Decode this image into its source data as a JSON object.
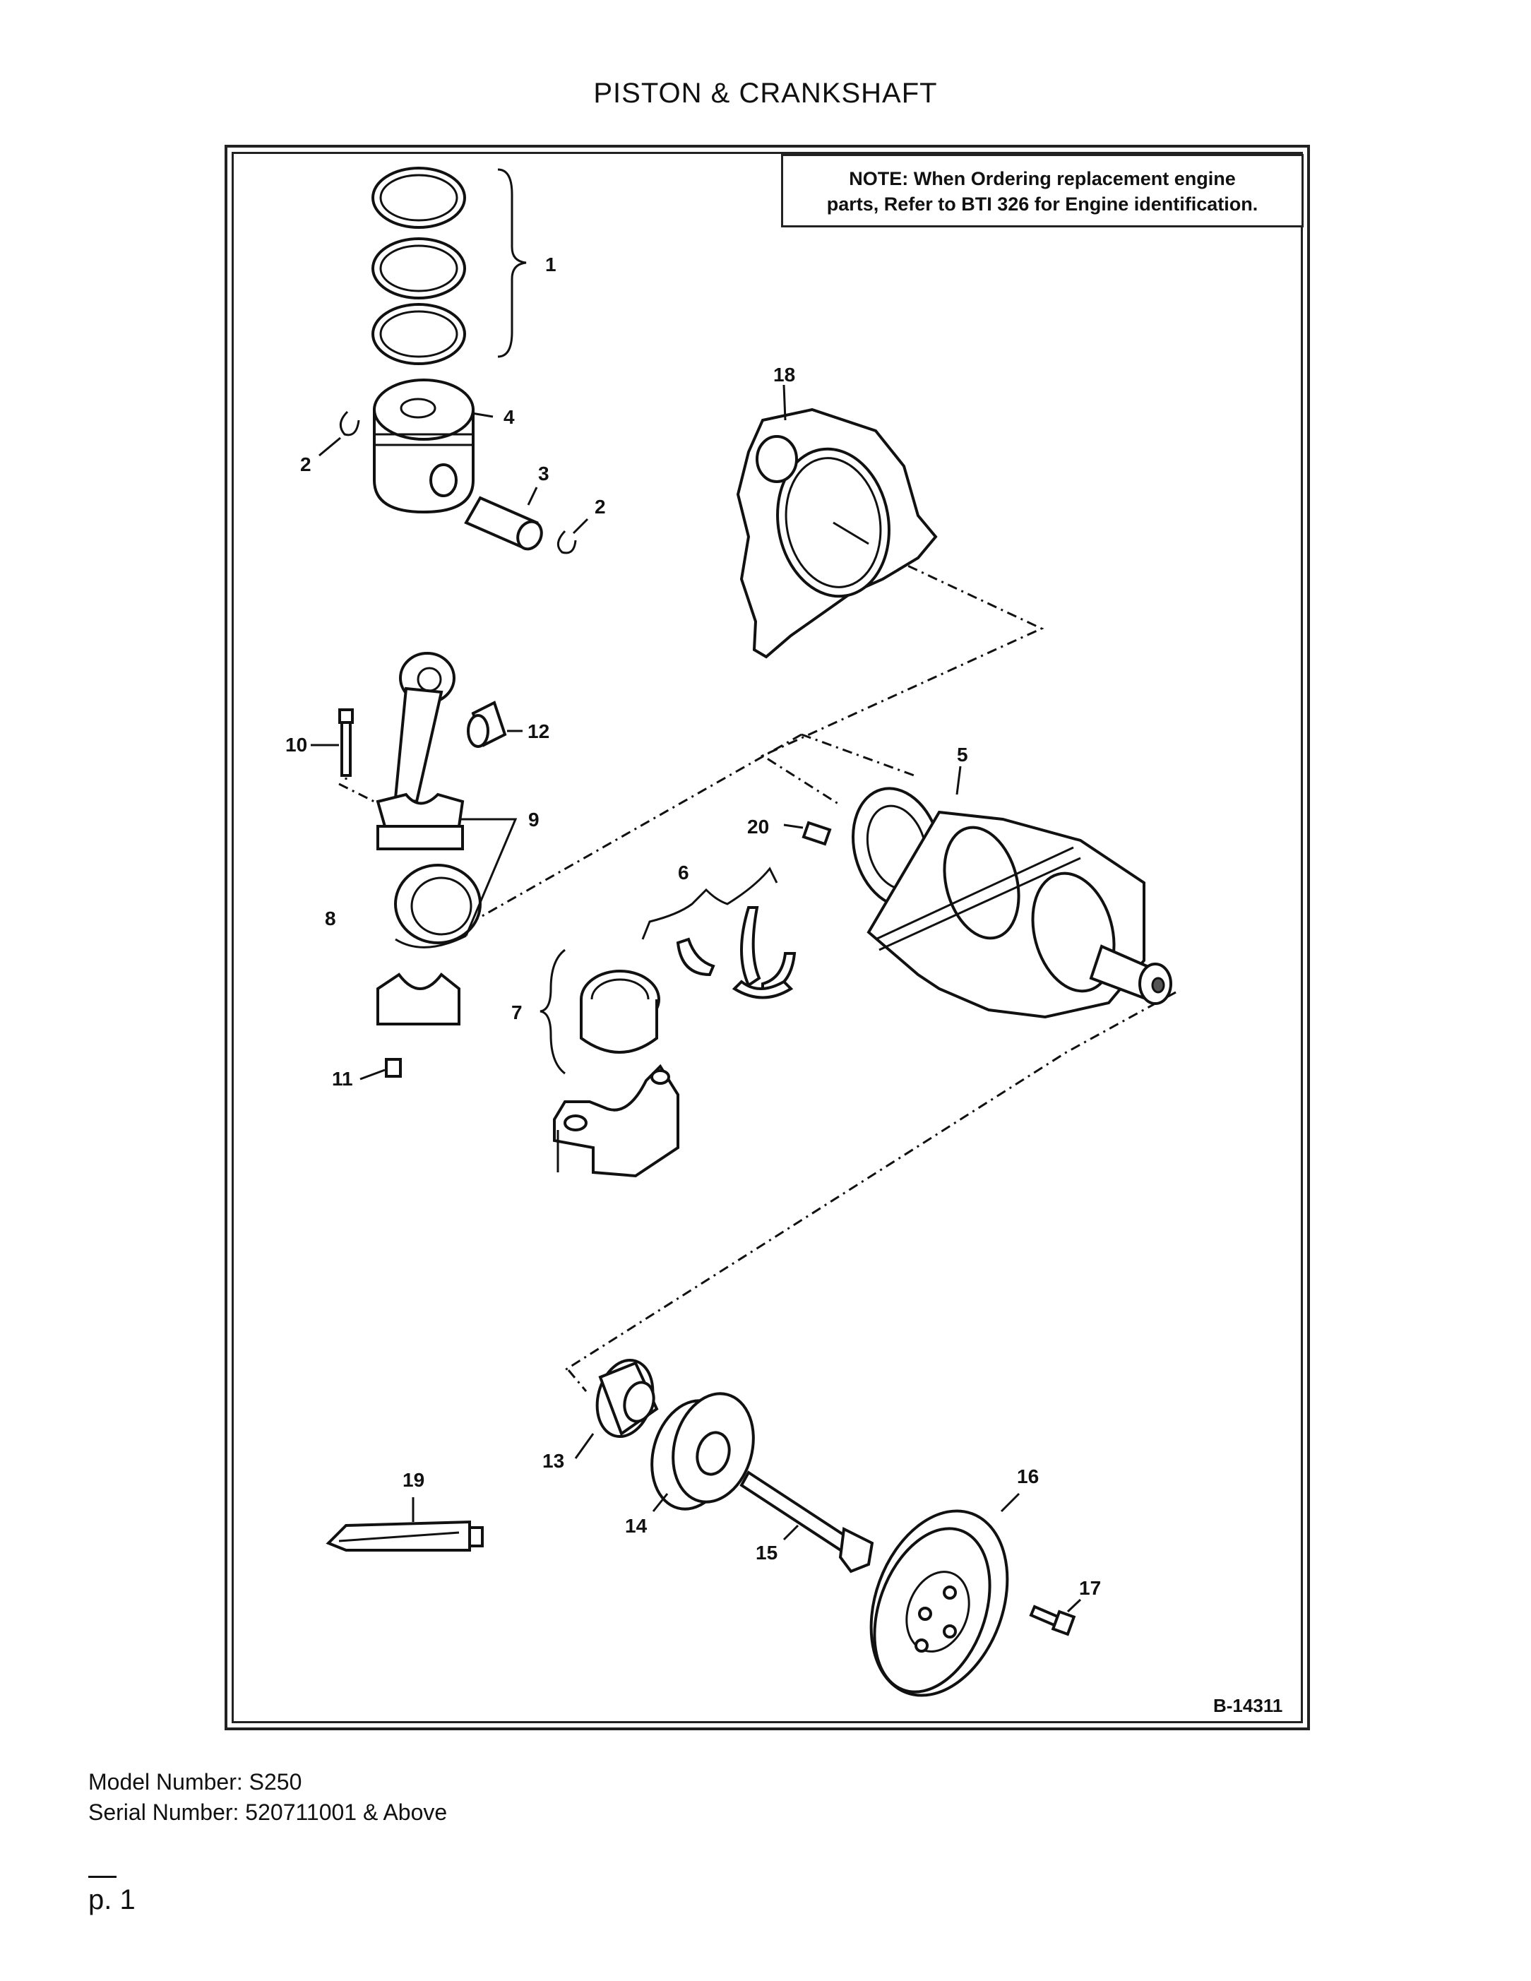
{
  "page": {
    "title": "PISTON & CRANKSHAFT",
    "page_number": "p. 1"
  },
  "note": {
    "label": "NOTE:",
    "text_line1": " When Ordering replacement engine",
    "text_line2": "parts, Refer to BTI 326 for Engine identification."
  },
  "figure": {
    "id": "B-14311",
    "callouts": [
      "1",
      "2",
      "2",
      "3",
      "4",
      "5",
      "6",
      "7",
      "8",
      "9",
      "10",
      "11",
      "12",
      "13",
      "14",
      "15",
      "16",
      "17",
      "18",
      "19",
      "20"
    ]
  },
  "meta": {
    "model": "Model Number: S250",
    "serial": "Serial Number: 520711001 & Above"
  },
  "icons": {
    "piston_rings": "piston-rings-icon",
    "piston": "piston-icon",
    "crankshaft": "crankshaft-icon",
    "seal_housing": "rear-seal-housing-icon",
    "connecting_rod": "connecting-rod-icon",
    "pulley": "pulley-icon",
    "sealant_tube": "sealant-tube-icon"
  }
}
